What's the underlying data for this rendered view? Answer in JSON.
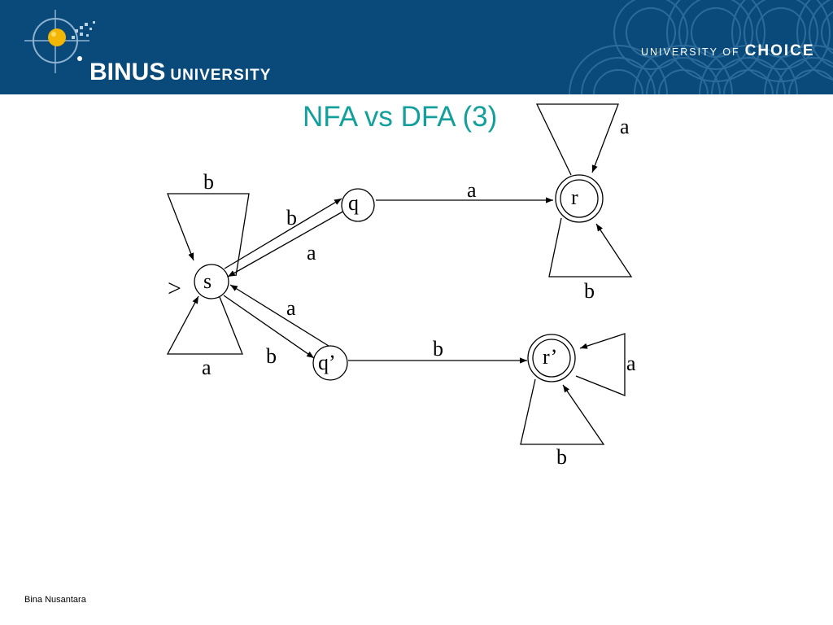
{
  "header": {
    "logo_main": "BINUS",
    "logo_sub": "UNIVERSITY",
    "tagline_prefix": "UNIVERSITY OF",
    "tagline_highlight": "CHOICE",
    "logo-icon": "globe-icon",
    "colors": {
      "banner": "#0a4a7a",
      "logo_accent": "#f2b705"
    }
  },
  "title": "NFA vs DFA (3)",
  "diagram": {
    "start_marker": ">",
    "states": {
      "s": "s",
      "q": "q",
      "q_prime": "q’",
      "r": "r",
      "r_prime": "r’"
    },
    "labels": {
      "s_loop_top": "b",
      "s_loop_bottom": "a",
      "s_to_q": "b",
      "q_to_s": "a",
      "q_to_r": "a",
      "q_prime_to_s": "a",
      "s_to_q_prime": "b",
      "q_prime_to_r_prime": "b",
      "r_loop_top": "a",
      "r_loop_bottom": "b",
      "r_prime_loop_right": "a",
      "r_prime_loop_bottom": "b"
    },
    "accepting_states": [
      "r",
      "r’"
    ]
  },
  "footer": "Bina Nusantara"
}
